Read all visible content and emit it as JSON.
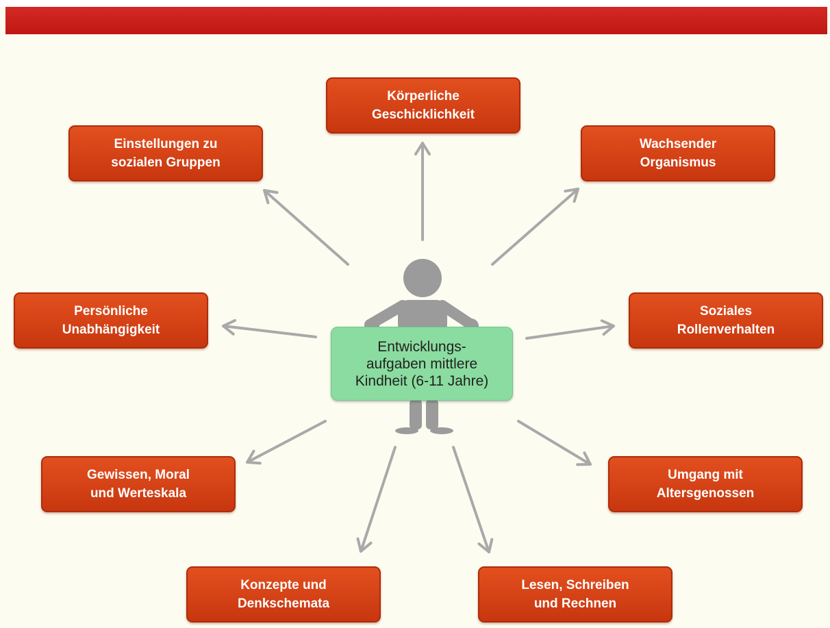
{
  "colors": {
    "header_bar": "#c81e19",
    "background": "#fdfcf1",
    "task_box": "#d8451a",
    "center_box": "#8bdca0",
    "arrow": "#a9a9a9",
    "person": "#9b9b9b"
  },
  "center": {
    "label": "Entwicklungs-\naufgaben mittlere\nKindheit (6-11 Jahre)"
  },
  "tasks": [
    {
      "label": "Körperliche\nGeschicklichkeit"
    },
    {
      "label": "Wachsender\nOrganismus"
    },
    {
      "label": "Soziales\nRollenverhalten"
    },
    {
      "label": "Umgang mit\nAltersgenossen"
    },
    {
      "label": "Lesen, Schreiben\nund Rechnen"
    },
    {
      "label": "Konzepte und\nDenkschemata"
    },
    {
      "label": "Gewissen, Moral\nund Werteskala"
    },
    {
      "label": "Persönliche\nUnabhängigkeit"
    },
    {
      "label": "Einstellungen zu\nsozialen Gruppen"
    }
  ]
}
